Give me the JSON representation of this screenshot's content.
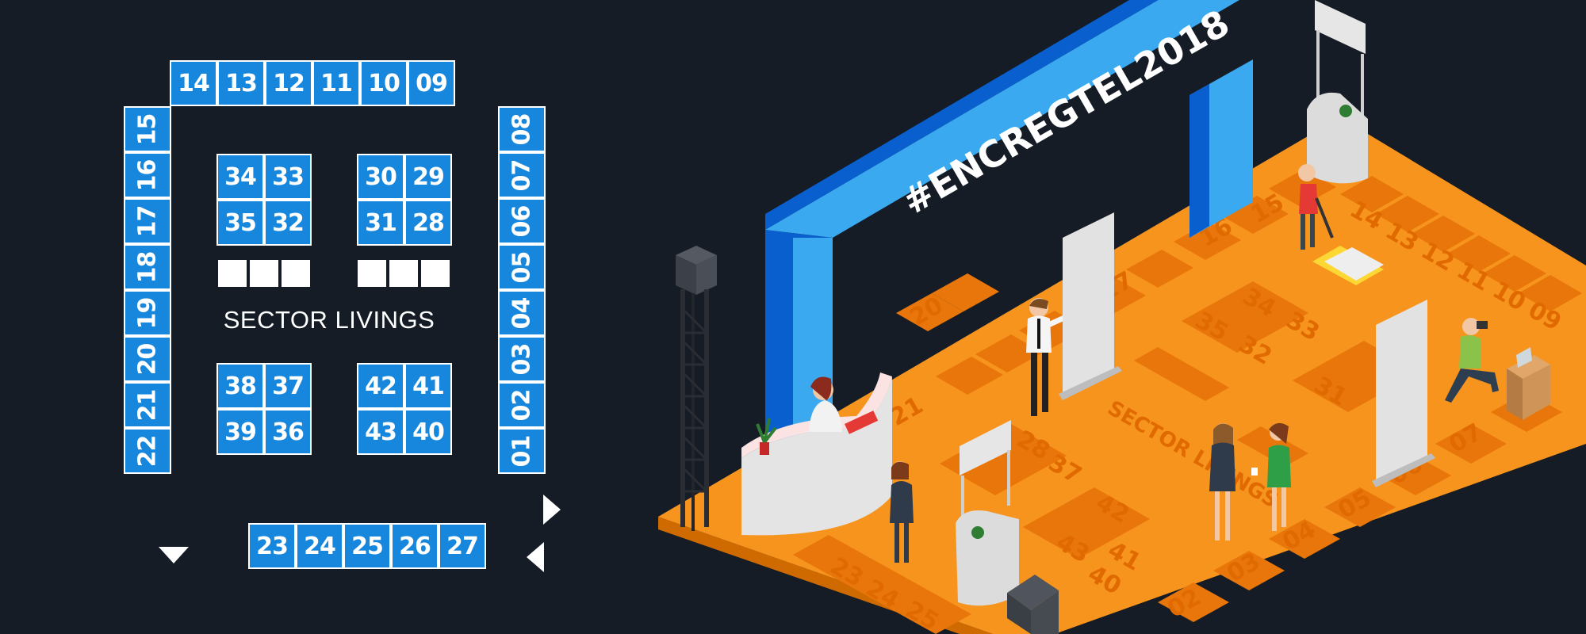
{
  "floor_plan": {
    "sector_label": "SECTOR LIVINGS",
    "top_row": [
      "14",
      "13",
      "12",
      "11",
      "10",
      "09"
    ],
    "left_column": [
      "15",
      "16",
      "17",
      "18",
      "19",
      "20",
      "21",
      "22"
    ],
    "right_column": [
      "08",
      "07",
      "06",
      "05",
      "04",
      "03",
      "02",
      "01"
    ],
    "bottom_row": [
      "23",
      "24",
      "25",
      "26",
      "27"
    ],
    "block_a": [
      "34",
      "33",
      "35",
      "32"
    ],
    "block_b": [
      "30",
      "29",
      "31",
      "28"
    ],
    "block_c": [
      "38",
      "37",
      "39",
      "36"
    ],
    "block_d": [
      "42",
      "41",
      "43",
      "40"
    ]
  },
  "scene": {
    "banner_text": "#ENCREGTEL2018",
    "floor_sector_label": "SECTOR LIVINGS",
    "colors": {
      "background": "#151c26",
      "booth_blue": "#1787dd",
      "floor_orange": "#f7941d",
      "floor_dark_orange": "#e16a00",
      "arch_light_blue": "#3aa9f0",
      "arch_dark_blue": "#0a5fce"
    }
  }
}
